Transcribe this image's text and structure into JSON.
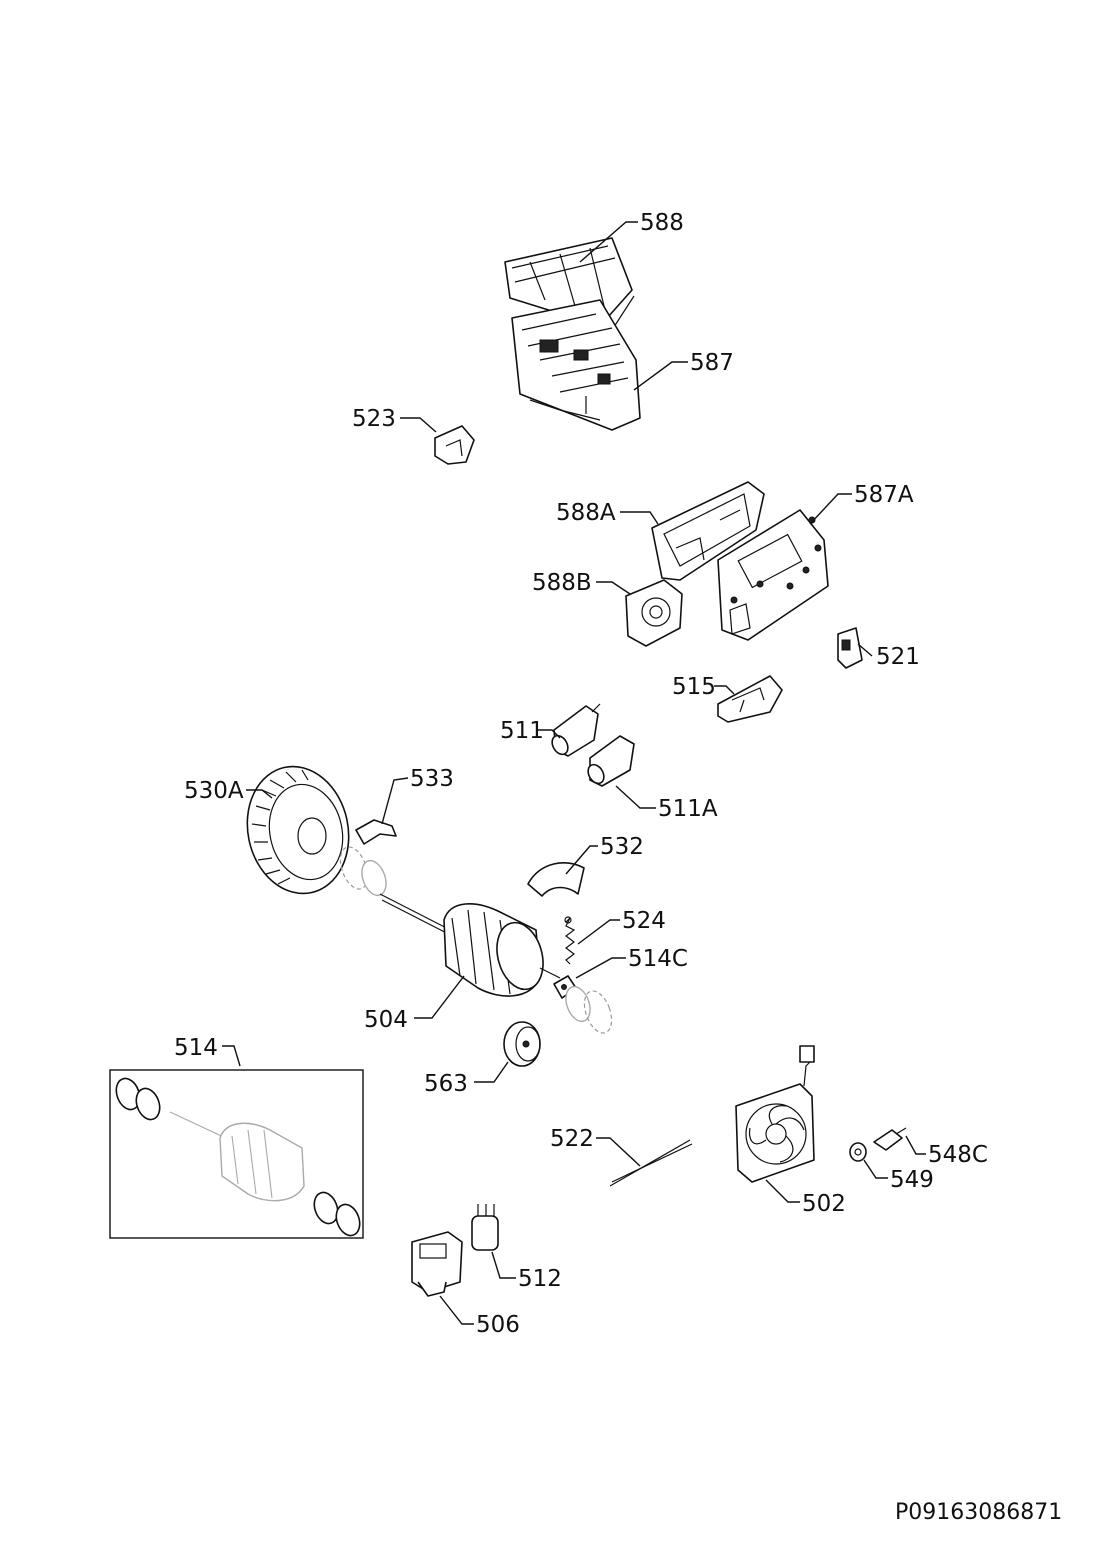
{
  "document_ref": "P09163086871",
  "parts": [
    {
      "id": "588"
    },
    {
      "id": "587"
    },
    {
      "id": "523"
    },
    {
      "id": "588A"
    },
    {
      "id": "587A"
    },
    {
      "id": "588B"
    },
    {
      "id": "521"
    },
    {
      "id": "515"
    },
    {
      "id": "511"
    },
    {
      "id": "511A"
    },
    {
      "id": "530A"
    },
    {
      "id": "533"
    },
    {
      "id": "532"
    },
    {
      "id": "524"
    },
    {
      "id": "514C"
    },
    {
      "id": "504"
    },
    {
      "id": "514"
    },
    {
      "id": "563"
    },
    {
      "id": "522"
    },
    {
      "id": "548C"
    },
    {
      "id": "549"
    },
    {
      "id": "502"
    },
    {
      "id": "512"
    },
    {
      "id": "506"
    }
  ]
}
